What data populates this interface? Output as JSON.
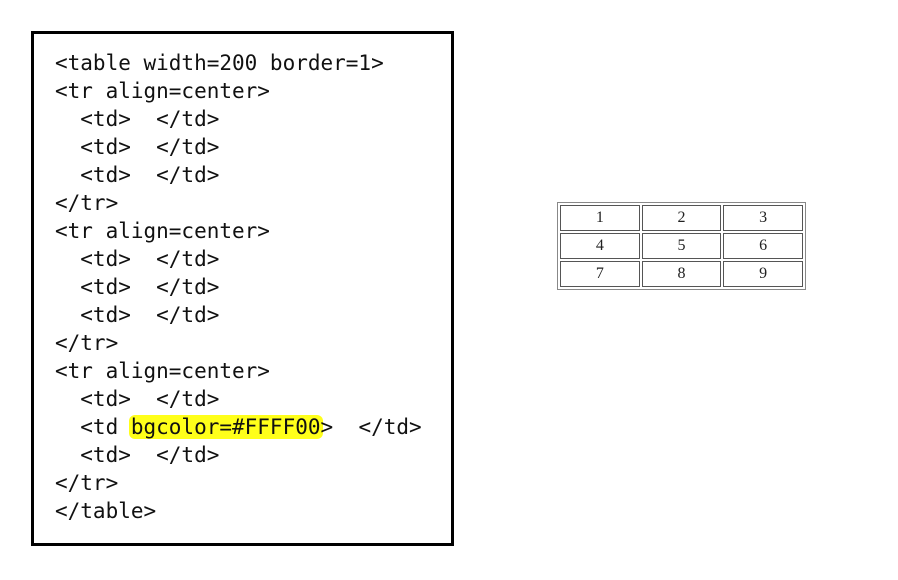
{
  "code_lines": [
    {
      "pre": "<table width=200 border=1>"
    },
    {
      "pre": "<tr align=center>"
    },
    {
      "pre": "  <td>  </td>"
    },
    {
      "pre": "  <td>  </td>"
    },
    {
      "pre": "  <td>  </td>"
    },
    {
      "pre": "</tr>"
    },
    {
      "pre": "<tr align=center>"
    },
    {
      "pre": "  <td>  </td>"
    },
    {
      "pre": "  <td>  </td>"
    },
    {
      "pre": "  <td>  </td>"
    },
    {
      "pre": "</tr>"
    },
    {
      "pre": "<tr align=center>"
    },
    {
      "pre": "  <td>  </td>"
    },
    {
      "pre": "  <td ",
      "highlight": "bgcolor=#FFFF00",
      "post": ">  </td>"
    },
    {
      "pre": "  <td>  </td>"
    },
    {
      "pre": "</tr>"
    },
    {
      "pre": "</table>"
    }
  ],
  "highlight_color": "#FFFF1A",
  "demo_table": {
    "rows": [
      [
        "1",
        "2",
        "3"
      ],
      [
        "4",
        "5",
        "6"
      ],
      [
        "7",
        "8",
        "9"
      ]
    ]
  }
}
